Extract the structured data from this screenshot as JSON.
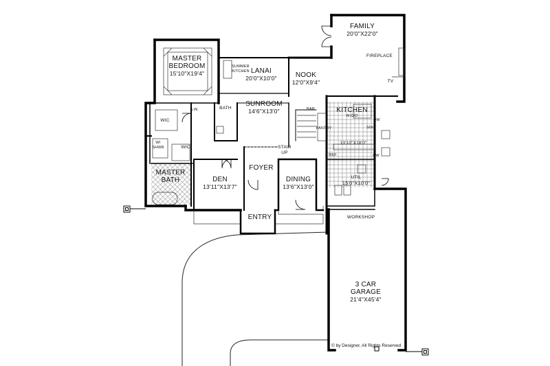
{
  "rooms": {
    "family": {
      "name": "FAMILY",
      "dim": "20'0\"X22'0\""
    },
    "fireplace": {
      "name": "FIREPLACE"
    },
    "tv": {
      "name": "TV"
    },
    "master_bedroom": {
      "name_line1": "MASTER",
      "name_line2": "BEDROOM",
      "dim": "15'10\"X19'4\""
    },
    "summer_kitchen": {
      "name_line1": "SUMMER",
      "name_line2": "KITCHEN"
    },
    "lanai": {
      "name": "LANAI",
      "dim": "20'0\"X10'0\""
    },
    "nook": {
      "name": "NOOK",
      "dim": "12'0\"X9'4\""
    },
    "lin": {
      "name": "LIN"
    },
    "bath": {
      "name": "BATH"
    },
    "sunroom": {
      "name": "SUNROOM",
      "dim": "14'6\"X13'0\""
    },
    "bar": {
      "name": "BAR"
    },
    "kitchen": {
      "name": "KITCHEN"
    },
    "w_oo": {
      "name": "W.O/O"
    },
    "dw": {
      "name": "DW"
    },
    "sink": {
      "name": "SINK"
    },
    "pantry": {
      "name": "PANTRY"
    },
    "kitchen_dim": {
      "dim": "13'10\"X18'0\""
    },
    "wic_upper": {
      "name": "WIC"
    },
    "wic_lower": {
      "name": "WIC"
    },
    "wi_shwr": {
      "name_line1": "WI",
      "name_line2": "SHWR"
    },
    "stair": {
      "name_line1": "STAIR",
      "name_line2": "UP"
    },
    "ref": {
      "name": "REF"
    },
    "cw": {
      "name": "CW"
    },
    "master_bath": {
      "name_line1": "MASTER",
      "name_line2": "BATH"
    },
    "den": {
      "name": "DEN",
      "dim": "13'11\"X13'7\""
    },
    "foyer": {
      "name": "FOYER"
    },
    "dining": {
      "name": "DINING",
      "dim": "13'6\"X13'0\""
    },
    "util": {
      "name": "UTIL",
      "dim": "15'0\"X10'0\""
    },
    "entry": {
      "name": "ENTRY"
    },
    "workshop": {
      "name": "WORKSHOP"
    },
    "garage": {
      "name_line1": "3 CAR",
      "name_line2": "GARAGE",
      "dim": "21'4\"X45'4\""
    }
  },
  "copyright": "© by Designer, All Rights Reserved"
}
